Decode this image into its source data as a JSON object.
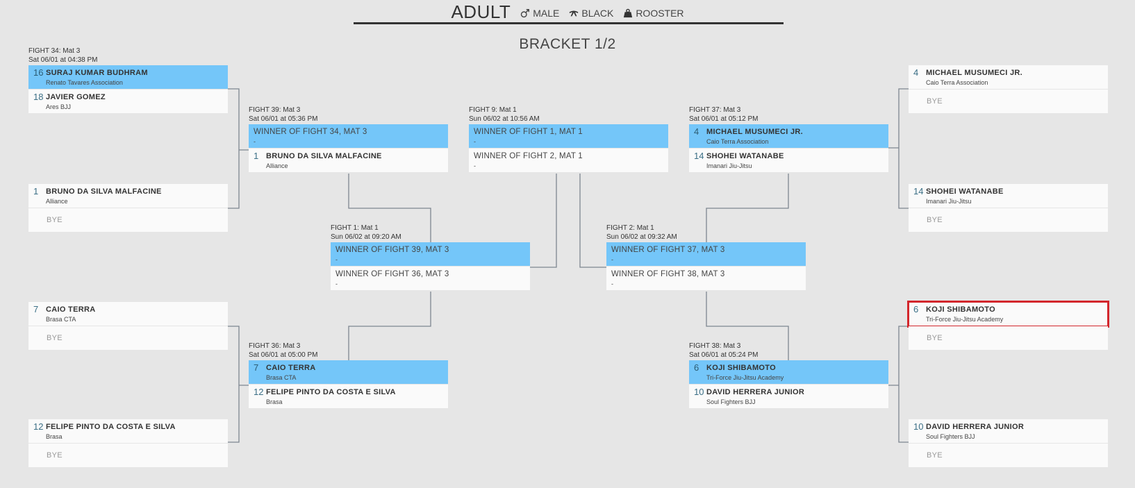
{
  "header": {
    "division": "ADULT",
    "gender": "MALE",
    "belt": "BLACK",
    "weight": "ROOSTER",
    "bracket": "BRACKET 1/2"
  },
  "matches": {
    "f34": {
      "info": [
        "FIGHT 34: Mat 3",
        "Sat 06/01 at 04:38 PM"
      ],
      "slots": [
        {
          "seed": "16",
          "name": "SURAJ KUMAR BUDHRAM",
          "team": "Renato Tavares Association",
          "win": true
        },
        {
          "seed": "18",
          "name": "JAVIER GOMEZ",
          "team": "Ares BJJ"
        }
      ]
    },
    "r1b": {
      "slots": [
        {
          "seed": "1",
          "name": "BRUNO DA SILVA MALFACINE",
          "team": "Alliance"
        },
        {
          "bye": "BYE"
        }
      ]
    },
    "r1c": {
      "slots": [
        {
          "seed": "7",
          "name": "CAIO TERRA",
          "team": "Brasa CTA"
        },
        {
          "bye": "BYE"
        }
      ]
    },
    "r1d": {
      "slots": [
        {
          "seed": "12",
          "name": "FELIPE PINTO DA COSTA E SILVA",
          "team": "Brasa"
        },
        {
          "bye": "BYE"
        }
      ]
    },
    "f39": {
      "info": [
        "FIGHT 39: Mat 3",
        "Sat 06/01 at 05:36 PM"
      ],
      "slots": [
        {
          "tbd": "WINNER OF FIGHT 34, MAT 3",
          "sub": "-",
          "win": true
        },
        {
          "seed": "1",
          "name": "BRUNO DA SILVA MALFACINE",
          "team": "Alliance"
        }
      ]
    },
    "f36": {
      "info": [
        "FIGHT 36: Mat 3",
        "Sat 06/01 at 05:00 PM"
      ],
      "slots": [
        {
          "seed": "7",
          "name": "CAIO TERRA",
          "team": "Brasa CTA",
          "win": true
        },
        {
          "seed": "12",
          "name": "FELIPE PINTO DA COSTA E SILVA",
          "team": "Brasa"
        }
      ]
    },
    "f1": {
      "info": [
        "FIGHT 1: Mat 1",
        "Sun 06/02 at 09:20 AM"
      ],
      "slots": [
        {
          "tbd": "WINNER OF FIGHT 39, MAT 3",
          "sub": "-",
          "win": true
        },
        {
          "tbd": "WINNER OF FIGHT 36, MAT 3",
          "sub": "-"
        }
      ]
    },
    "f9": {
      "info": [
        "FIGHT 9: Mat 1",
        "Sun 06/02 at 10:56 AM"
      ],
      "slots": [
        {
          "tbd": "WINNER OF FIGHT 1, MAT 1",
          "sub": "-",
          "win": true
        },
        {
          "tbd": "WINNER OF FIGHT 2, MAT 1",
          "sub": "-"
        }
      ]
    },
    "f2": {
      "info": [
        "FIGHT 2: Mat 1",
        "Sun 06/02 at 09:32 AM"
      ],
      "slots": [
        {
          "tbd": "WINNER OF FIGHT 37, MAT 3",
          "sub": "-",
          "win": true
        },
        {
          "tbd": "WINNER OF FIGHT 38, MAT 3",
          "sub": "-"
        }
      ]
    },
    "f37": {
      "info": [
        "FIGHT 37: Mat 3",
        "Sat 06/01 at 05:12 PM"
      ],
      "slots": [
        {
          "seed": "4",
          "name": "MICHAEL MUSUMECI JR.",
          "team": "Caio Terra Association",
          "win": true
        },
        {
          "seed": "14",
          "name": "SHOHEI WATANABE",
          "team": "Imanari Jiu-Jitsu"
        }
      ]
    },
    "f38": {
      "info": [
        "FIGHT 38: Mat 3",
        "Sat 06/01 at 05:24 PM"
      ],
      "slots": [
        {
          "seed": "6",
          "name": "KOJI SHIBAMOTO",
          "team": "Tri-Force Jiu-Jitsu Academy",
          "win": true
        },
        {
          "seed": "10",
          "name": "DAVID HERRERA JUNIOR",
          "team": "Soul Fighters BJJ"
        }
      ]
    },
    "r1e": {
      "slots": [
        {
          "seed": "4",
          "name": "MICHAEL MUSUMECI JR.",
          "team": "Caio Terra Association"
        },
        {
          "bye": "BYE"
        }
      ]
    },
    "r1f": {
      "slots": [
        {
          "seed": "14",
          "name": "SHOHEI WATANABE",
          "team": "Imanari Jiu-Jitsu"
        },
        {
          "bye": "BYE"
        }
      ]
    },
    "r1g": {
      "slots": [
        {
          "seed": "6",
          "name": "KOJI SHIBAMOTO",
          "team": "Tri-Force Jiu-Jitsu Academy",
          "highlight": true
        },
        {
          "bye": "BYE"
        }
      ]
    },
    "r1h": {
      "slots": [
        {
          "seed": "10",
          "name": "DAVID HERRERA JUNIOR",
          "team": "Soul Fighters BJJ"
        },
        {
          "bye": "BYE"
        }
      ]
    }
  },
  "colors": {
    "winner_bg": "#74c6f9",
    "slot_bg": "#fafafa",
    "page_bg": "#e6e6e6",
    "highlight": "#d3262c",
    "connector": "#7d8690",
    "seed": "#3b6f86"
  },
  "icons": {
    "gender": "male-icon",
    "belt": "belt-icon",
    "weight": "weight-icon"
  }
}
